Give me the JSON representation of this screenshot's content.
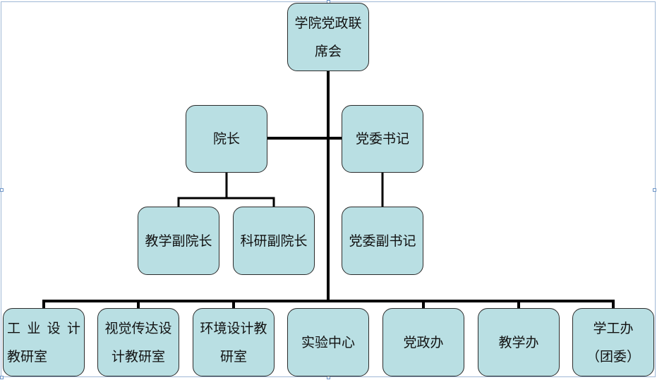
{
  "nodes": {
    "committee": {
      "line1": "学院党政联",
      "line2": "席会"
    },
    "dean": {
      "label": "院长"
    },
    "party_secretary": {
      "label": "党委书记"
    },
    "vice_dean_teaching": {
      "label": "教学副院长"
    },
    "vice_dean_research": {
      "label": "科研副院长"
    },
    "deputy_party_secretary": {
      "label": "党委副书记"
    },
    "industrial_design": {
      "line1": "工 业 设 计",
      "line2": "教研室"
    },
    "visual_communication": {
      "line1": "视觉传达设",
      "line2": "计教研室"
    },
    "environmental_design": {
      "line1": "环境设计教",
      "line2": "研室"
    },
    "lab_center": {
      "label": "实验中心"
    },
    "party_admin_office": {
      "label": "党政办"
    },
    "teaching_office": {
      "label": "教学办"
    },
    "student_affairs": {
      "line1": "学工办",
      "line2": "（团委）"
    }
  },
  "colors": {
    "box_fill": "#b9dfe3",
    "box_border": "#2b2b2b",
    "connector": "#000000",
    "frame": "#9fb7d6"
  }
}
